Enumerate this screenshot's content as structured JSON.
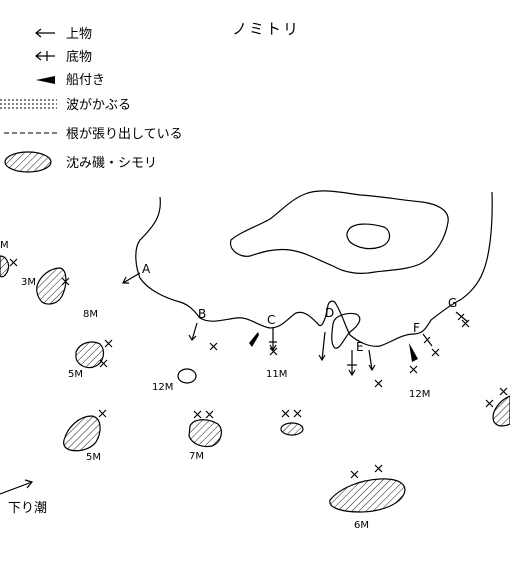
{
  "map": {
    "title": "ノミトリ",
    "legend": [
      {
        "icon": "arrow-left-icon",
        "label": "上物"
      },
      {
        "icon": "arrow-left-crossed-icon",
        "label": "底物"
      },
      {
        "icon": "boat-wedge-icon",
        "label": "船付き"
      },
      {
        "icon": "dotted-band-icon",
        "label": "波がかぶる"
      },
      {
        "icon": "dashed-line-icon",
        "label": "根が張り出している"
      },
      {
        "icon": "hatched-rock-icon",
        "label": "沈み磯・シモリ"
      }
    ],
    "points": [
      "A",
      "B",
      "C",
      "D",
      "E",
      "F",
      "G"
    ],
    "depths": [
      "M",
      "3M",
      "8M",
      "5M",
      "12M",
      "11M",
      "12M",
      "5M",
      "7M",
      "6M"
    ],
    "current_label": "下り潮"
  }
}
